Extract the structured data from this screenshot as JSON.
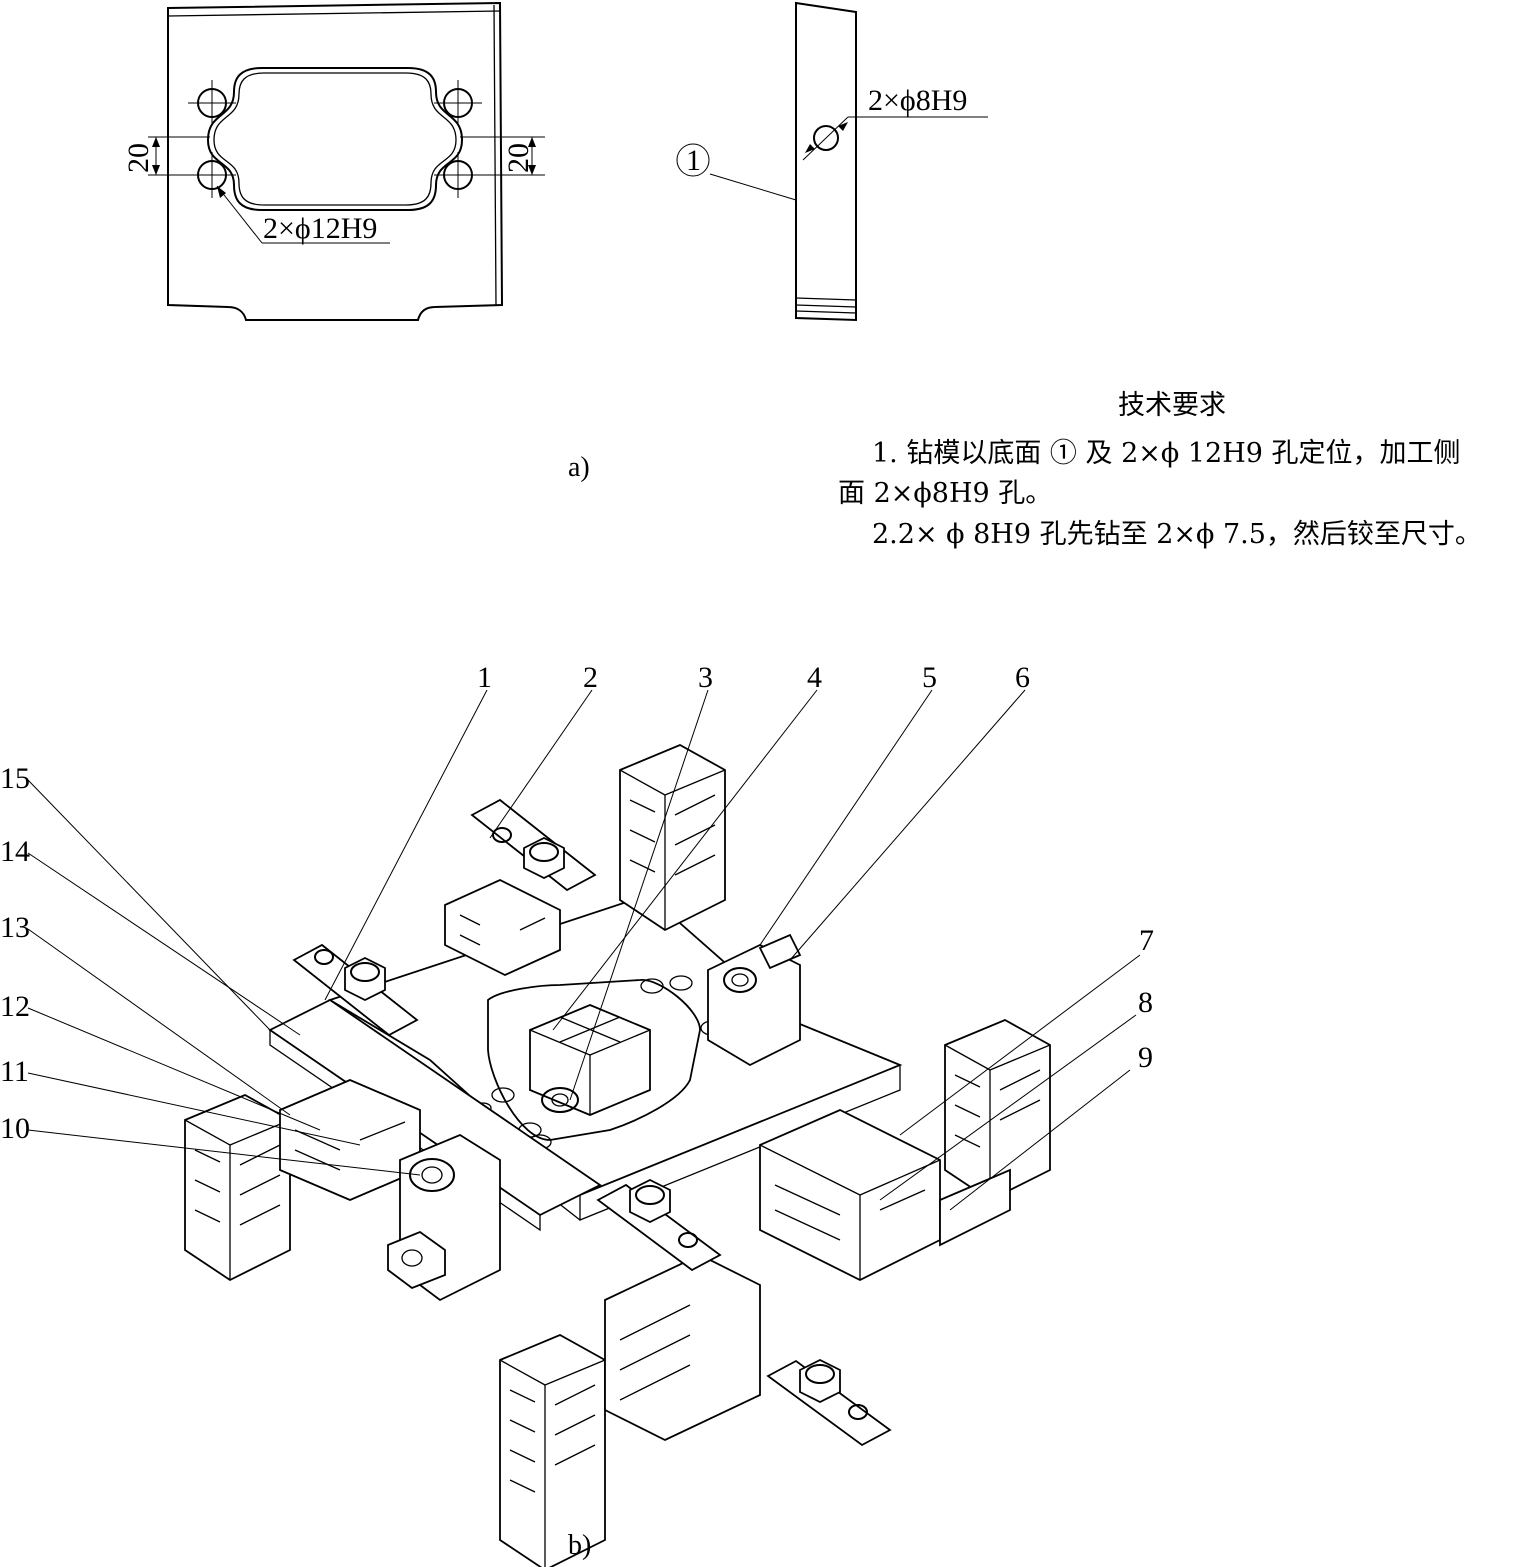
{
  "view_a": {
    "caption": "a)",
    "front_view": {
      "dim_left": "20",
      "dim_right": "20",
      "hole_callout": "2×ϕ12H9"
    },
    "side_view": {
      "hole_callout": "2×ϕ8H9",
      "datum_symbol": "①"
    }
  },
  "technical_requirements": {
    "heading": "技术要求",
    "line1": "1. 钻模以底面 ① 及 2×ϕ 12H9 孔定位，加工侧",
    "line2": "面 2×ϕ8H9 孔。",
    "line3": "2.2× ϕ 8H9 孔先钻至 2×ϕ 7.5，然后铰至尺寸。"
  },
  "view_b": {
    "caption": "b)",
    "part_labels": [
      "1",
      "2",
      "3",
      "4",
      "5",
      "6",
      "7",
      "8",
      "9",
      "10",
      "11",
      "12",
      "13",
      "14",
      "15"
    ]
  }
}
